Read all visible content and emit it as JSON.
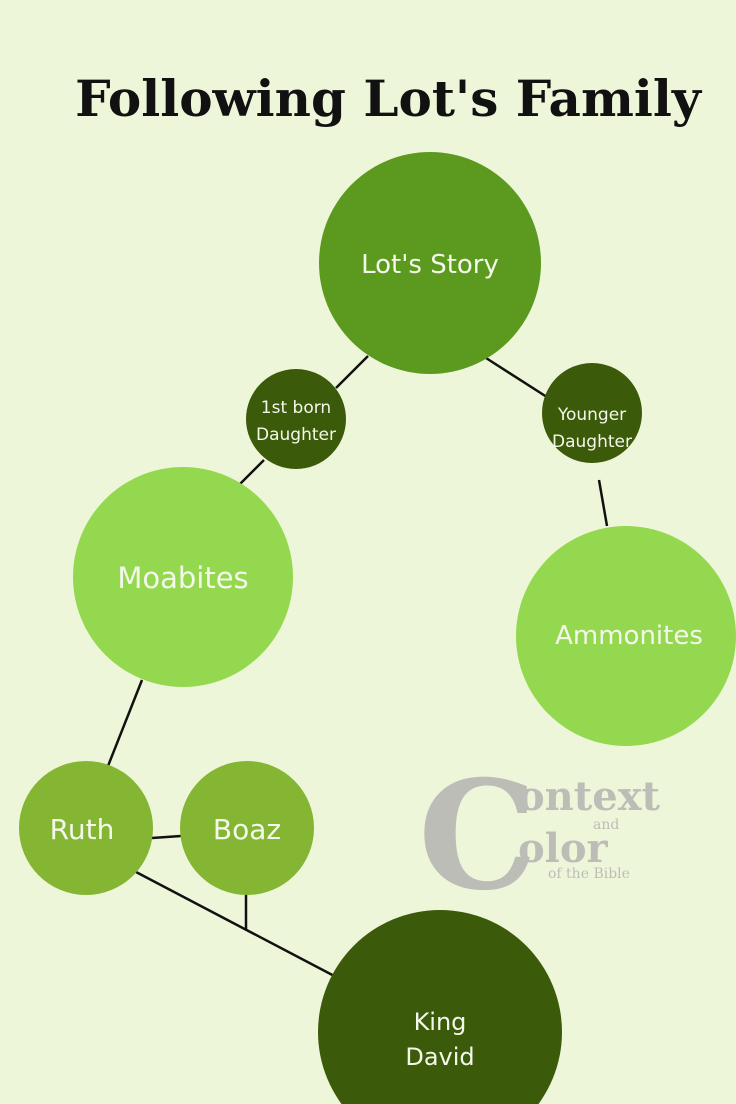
{
  "title": "Following Lot's Family",
  "nodes": {
    "lot": {
      "label": "Lot's Story",
      "color": "#5b9a1f"
    },
    "firstborn": {
      "line1": "1st born",
      "line2": "Daughter",
      "color": "#3b5a0a"
    },
    "younger": {
      "line1": "Younger",
      "line2": "Daughter",
      "color": "#3b5a0a"
    },
    "moabites": {
      "label": "Moabites",
      "color": "#94d850"
    },
    "ammonites": {
      "label": "Ammonites",
      "color": "#94d850"
    },
    "ruth": {
      "label": "Ruth",
      "color": "#84b633"
    },
    "boaz": {
      "label": "Boaz",
      "color": "#84b633"
    },
    "david": {
      "line1": "King",
      "line2": "David",
      "color": "#3b5a0a"
    }
  },
  "logo": {
    "big_c": "C",
    "ontext": "ontext",
    "and": "and",
    "olor": "olor",
    "tagline": "of the Bible"
  }
}
